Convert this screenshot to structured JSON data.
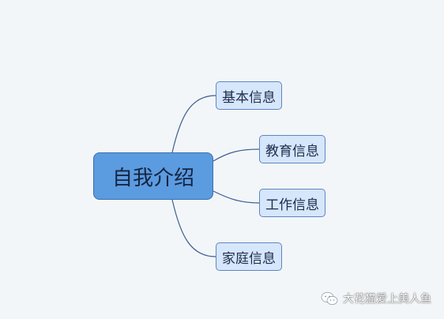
{
  "mindmap": {
    "root": {
      "label": "自我介绍"
    },
    "children": [
      {
        "label": "基本信息"
      },
      {
        "label": "教育信息"
      },
      {
        "label": "工作信息"
      },
      {
        "label": "家庭信息"
      }
    ]
  },
  "watermark": {
    "text": "大花猫爱上美人鱼",
    "icon": "wechat-icon"
  },
  "colors": {
    "background": "#f3f6f8",
    "root_fill": "#5b9be0",
    "child_fill": "#d6e6fb",
    "border": "#5c86c4",
    "link": "#3f5f93"
  }
}
